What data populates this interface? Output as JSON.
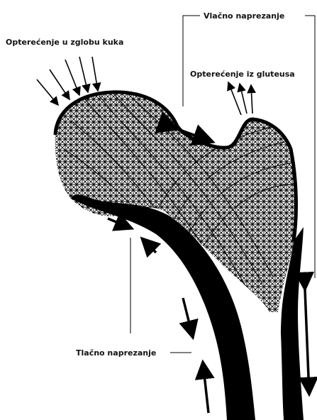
{
  "labels": {
    "joint_load": "Opterećenje u zglobu kuka",
    "gluteus_load": "Opterećenje iz gluteusa",
    "tensile_stress": "Vlačno naprezanje",
    "compressive_stress": "Tlačno naprezanje"
  },
  "colors": {
    "ink": "#000000",
    "paper": "#ffffff"
  }
}
